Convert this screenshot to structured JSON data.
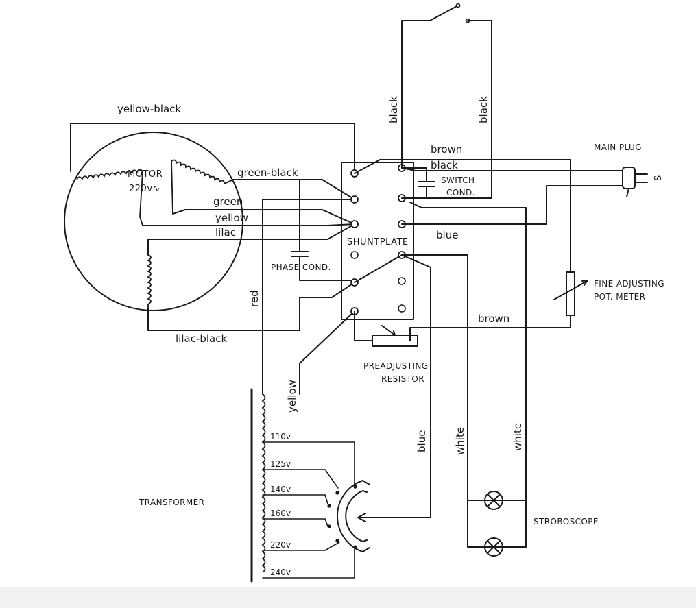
{
  "labels": {
    "motor_title": "MOTOR",
    "motor_voltage": "220v∿",
    "main_plug": "MAIN PLUG",
    "switch_cond_1": "SWITCH",
    "switch_cond_2": "COND.",
    "shuntplate": "SHUNTPLATE",
    "phase_cond": "PHASE COND.",
    "fine_adj_1": "FINE ADJUSTING",
    "fine_adj_2": "POT. METER",
    "preadj_1": "PREADJUSTING",
    "preadj_2": "RESISTOR",
    "transformer": "TRANSFORMER",
    "stroboscope": "STROBOSCOPE",
    "plug_symbol": "S"
  },
  "wires": {
    "yellow_black": "yellow-black",
    "green_black": "green-black",
    "green": "green",
    "yellow": "yellow",
    "lilac": "lilac",
    "lilac_black": "lilac-black",
    "red": "red",
    "yellow_vertical": "yellow",
    "blue_vertical": "blue",
    "blue": "blue",
    "brown_top": "brown",
    "black_top": "black",
    "brown_bottom": "brown",
    "black_vertical_1": "black",
    "black_vertical_2": "black",
    "white_1": "white",
    "white_2": "white"
  },
  "taps": [
    "110v",
    "125v",
    "140v",
    "160v",
    "220v",
    "240v"
  ]
}
